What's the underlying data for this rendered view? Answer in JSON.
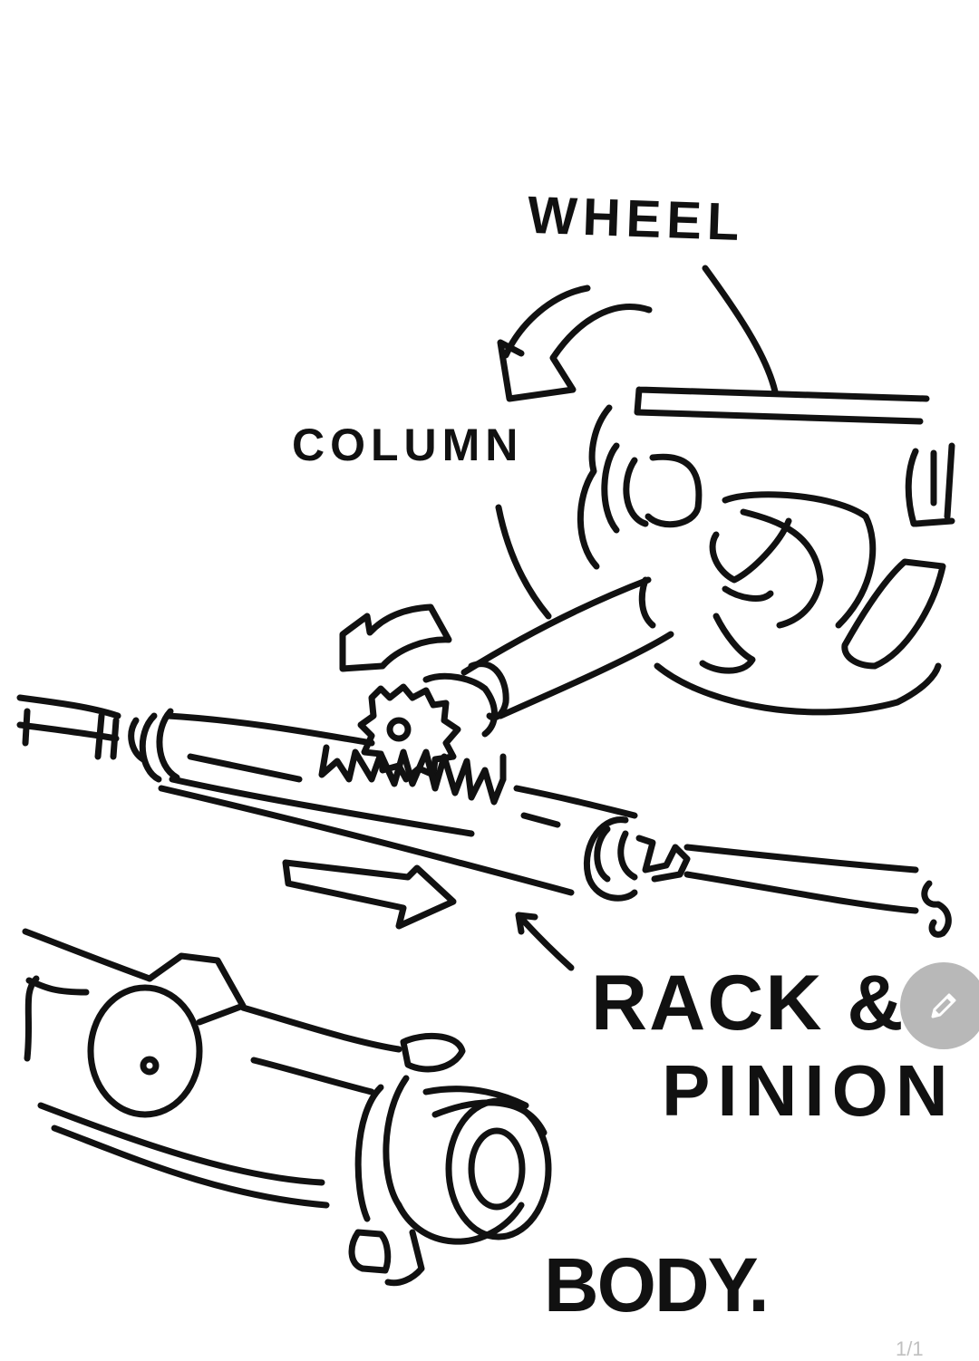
{
  "labels": {
    "wheel": "WHEEL",
    "column": "COLUMN",
    "rack_line1": "RACK &",
    "rack_line2": "PINION",
    "body": "BODY."
  },
  "controls": {
    "edit_icon": "pencil-icon"
  },
  "footer": {
    "page_indicator": "1/1"
  },
  "colors": {
    "ink": "#111111",
    "background": "#ffffff",
    "fab": "#b8b8b8"
  }
}
